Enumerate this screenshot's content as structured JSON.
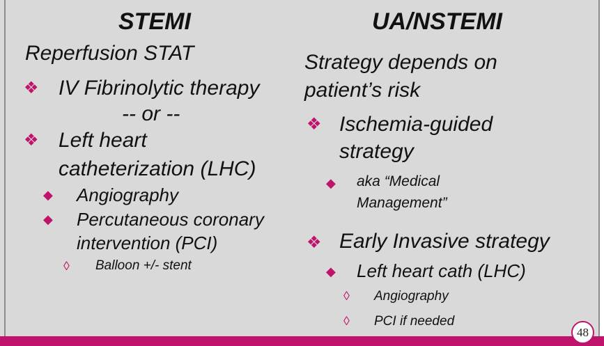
{
  "left": {
    "title": "STEMI",
    "subtitle": "Reperfusion STAT",
    "items": [
      {
        "text": "IV Fibrinolytic therapy"
      },
      {
        "text": "-- or --"
      },
      {
        "text": [
          "Left heart",
          "catheterization (LHC)"
        ]
      },
      {
        "text": "Angiography"
      },
      {
        "text": [
          "Percutaneous coronary",
          "intervention (PCI)"
        ]
      },
      {
        "text": "Balloon +/- stent"
      }
    ]
  },
  "right": {
    "title": "UA/NSTEMI",
    "intro": [
      "Strategy depends on",
      "patient’s risk"
    ],
    "items": [
      {
        "text": [
          "Ischemia-guided",
          "strategy"
        ]
      },
      {
        "text": [
          "aka “Medical",
          "Management”"
        ]
      },
      {
        "text": "Early Invasive strategy"
      },
      {
        "text": "Left heart cath (LHC)"
      },
      {
        "text": "Angiography"
      },
      {
        "text": "PCI if needed"
      }
    ]
  },
  "page_number": "48",
  "icons": {
    "level1": "four-diamond-bullet-icon",
    "level2": "filled-diamond-bullet-icon",
    "level3": "outline-diamond-bullet-icon"
  },
  "colors": {
    "accent": "#c0136b",
    "background": "#d9d9d9"
  }
}
